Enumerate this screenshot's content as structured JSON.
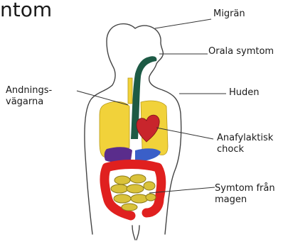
{
  "title_fragment": "ntom",
  "labels": {
    "migran": "Migrän",
    "orala_symtom": "Orala symtom",
    "huden": "Huden",
    "andningsvagarna_line1": "Andnings-",
    "andningsvagarna_line2": "vägarna",
    "anafylaktisk_line1": "Anafylaktisk",
    "anafylaktisk_line2": "chock",
    "magen_line1": "Symtom från",
    "magen_line2": "magen"
  },
  "colors": {
    "lungs": "#f1d23a",
    "trachea": "#f1d23a",
    "esophagus": "#1d5a45",
    "heart": "#c8252c",
    "liver": "#5a2d8c",
    "stomach": "#3a5fc8",
    "large_intestine": "#e0201f",
    "small_intestine": "#d9c23a",
    "outline": "#444444"
  }
}
